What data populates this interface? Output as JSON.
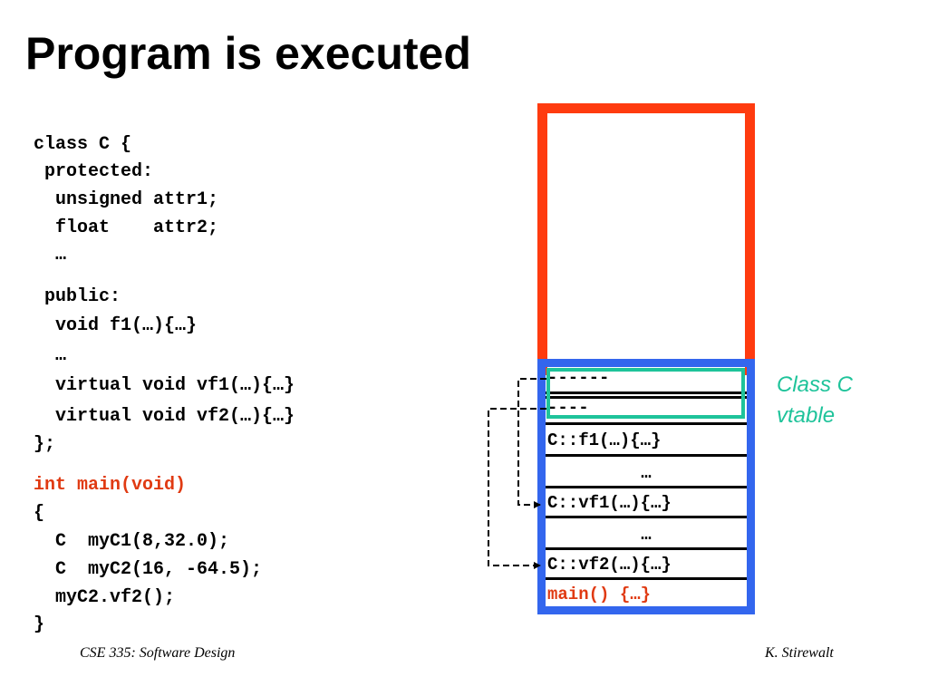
{
  "slide": {
    "title": "Program is executed",
    "footer_left": "CSE 335: Software Design",
    "footer_right": "K. Stirewalt"
  },
  "code": {
    "lines": [
      "class C {",
      " protected:",
      "  unsigned attr1;",
      "  float    attr2;",
      "  …",
      " public:",
      "  void f1(…){…}",
      "  …",
      "  virtual void vf1(…){…}",
      "  virtual void vf2(…){…}",
      "};",
      "int main(void)",
      "{",
      "  C  myC1(8,32.0);",
      "  C  myC2(16, -64.5);",
      "  myC2.vf2();",
      "}"
    ]
  },
  "memory": {
    "vtable_label_line1": "Class C",
    "vtable_label_line2": "vtable",
    "vtable_entry1": "------",
    "vtable_entry2": "----",
    "cells": [
      "C::f1(…){…}",
      "…",
      "C::vf1(…){…}",
      "…",
      "C::vf2(…){…}",
      "main() {…}"
    ]
  },
  "colors": {
    "code_highlight": "#e03a12",
    "program_frame": "#ff3b0f",
    "code_segment_frame": "#3366ee",
    "vtable_highlight": "#1ec39a"
  }
}
